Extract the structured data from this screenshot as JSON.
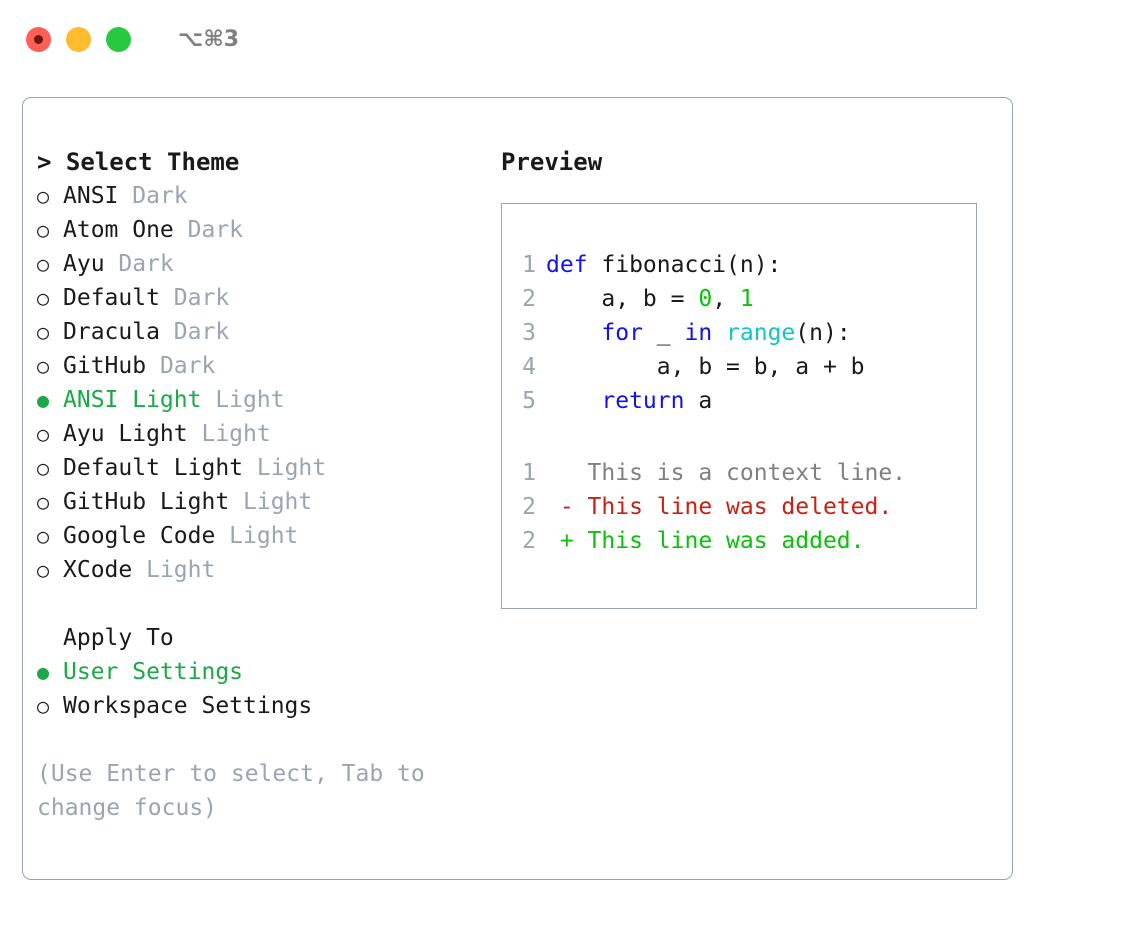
{
  "titlebar": {
    "traffic_lights": [
      "close",
      "minimize",
      "maximize"
    ],
    "shortcut": "⌥⌘3",
    "colors": {
      "close": "#ff5f57",
      "minimize": "#febc2e",
      "maximize": "#28c840"
    }
  },
  "theme_picker": {
    "heading": "> Select Theme",
    "selected_marker": "●",
    "unselected_marker": "○",
    "accent_color": "#1ba848",
    "muted_color": "#9aa4b2",
    "items": [
      {
        "name": "ANSI",
        "variant": "Dark",
        "selected": false
      },
      {
        "name": "Atom One",
        "variant": "Dark",
        "selected": false
      },
      {
        "name": "Ayu",
        "variant": "Dark",
        "selected": false
      },
      {
        "name": "Default",
        "variant": "Dark",
        "selected": false
      },
      {
        "name": "Dracula",
        "variant": "Dark",
        "selected": false
      },
      {
        "name": "GitHub",
        "variant": "Dark",
        "selected": false
      },
      {
        "name": "ANSI Light",
        "variant": "Light",
        "selected": true
      },
      {
        "name": "Ayu Light",
        "variant": "Light",
        "selected": false
      },
      {
        "name": "Default Light",
        "variant": "Light",
        "selected": false
      },
      {
        "name": "GitHub Light",
        "variant": "Light",
        "selected": false
      },
      {
        "name": "Google Code",
        "variant": "Light",
        "selected": false
      },
      {
        "name": "XCode",
        "variant": "Light",
        "selected": false
      }
    ]
  },
  "apply_to": {
    "heading": "Apply To",
    "items": [
      {
        "name": "User Settings",
        "selected": true
      },
      {
        "name": "Workspace Settings",
        "selected": false
      }
    ]
  },
  "help_text": "(Use Enter to select, Tab to change focus)",
  "preview": {
    "title": "Preview",
    "code_lines": [
      {
        "no": "1",
        "tokens": [
          {
            "t": "def",
            "c": "kw"
          },
          {
            "t": " fibonacci(n):",
            "c": "plain"
          }
        ]
      },
      {
        "no": "2",
        "tokens": [
          {
            "t": "    a, b = ",
            "c": "plain"
          },
          {
            "t": "0",
            "c": "num"
          },
          {
            "t": ", ",
            "c": "plain"
          },
          {
            "t": "1",
            "c": "num"
          }
        ]
      },
      {
        "no": "3",
        "tokens": [
          {
            "t": "    ",
            "c": "plain"
          },
          {
            "t": "for",
            "c": "kw"
          },
          {
            "t": " _ ",
            "c": "plain"
          },
          {
            "t": "in",
            "c": "kw"
          },
          {
            "t": " ",
            "c": "plain"
          },
          {
            "t": "range",
            "c": "fn"
          },
          {
            "t": "(n):",
            "c": "plain"
          }
        ]
      },
      {
        "no": "4",
        "tokens": [
          {
            "t": "        a, b = b, a + b",
            "c": "plain"
          }
        ]
      },
      {
        "no": "5",
        "tokens": [
          {
            "t": "    ",
            "c": "plain"
          },
          {
            "t": "return",
            "c": "kw"
          },
          {
            "t": " a",
            "c": "plain"
          }
        ]
      }
    ],
    "diff_lines": [
      {
        "no": "1",
        "sign": "  ",
        "text": "This is a context line.",
        "c": "ctx"
      },
      {
        "no": "2",
        "sign": "- ",
        "text": "This line was deleted.",
        "c": "del"
      },
      {
        "no": "2",
        "sign": "+ ",
        "text": "This line was added.",
        "c": "add"
      }
    ],
    "syntax_colors": {
      "keyword": "#1313e6",
      "number": "#0cc00c",
      "function": "#0fc6c6",
      "text": "#1a1a1a",
      "line_number": "#9aa4b2",
      "context": "#808080",
      "deleted": "#c72113",
      "added": "#0cc00c"
    }
  }
}
